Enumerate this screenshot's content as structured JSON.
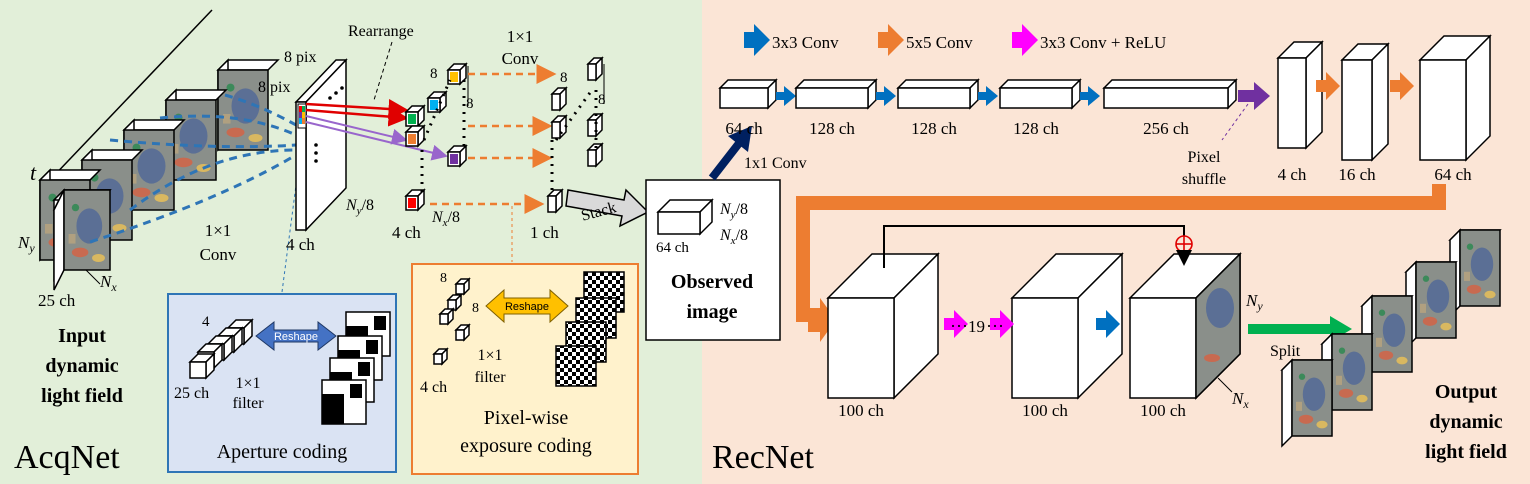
{
  "colors": {
    "acq_bg": "#e2efd9",
    "rec_bg": "#fbe5d6",
    "aperture_bg": "#dae3f3",
    "aperture_border": "#2e75b6",
    "exposure_bg": "#fff2cc",
    "exposure_border": "#ed7d31",
    "blue_arrow": "#0070c0",
    "orange_arrow": "#ed7d31",
    "magenta_arrow": "#ff00ff",
    "purple_arrow": "#7030a0",
    "green_arrow": "#00b050",
    "navy_arrow": "#002060",
    "red_arrow": "#e00000",
    "reshape_blue": "#4472c4",
    "reshape_yellow": "#ffc000"
  },
  "acqnet": {
    "panel_label": "AcqNet",
    "t_label": "t",
    "ny": "N",
    "ny_sub": "y",
    "nx": "N",
    "nx_sub": "x",
    "ch25": "25 ch",
    "input_title": [
      "Input",
      "dynamic",
      "light field"
    ],
    "conv_line1": "1×1",
    "conv_line2": "Conv",
    "pix8_a": "8 pix",
    "pix8_b": "8 pix",
    "ch4": "4 ch",
    "rearrange": "Rearrange",
    "conv2_line1": "1×1",
    "conv2_line2": "Conv",
    "eight": "8",
    "ny8": "N",
    "ny8_sub": "y",
    "ny8_tail": "/8",
    "nx8": "N",
    "nx8_sub": "x",
    "nx8_tail": "/8",
    "ch4b": "4 ch",
    "ch1": "1 ch",
    "stack": "Stack",
    "observed_ch": "64 ch",
    "observed_ny": "N",
    "observed_ny_sub": "y",
    "observed_ny_tail": "/8",
    "observed_nx": "N",
    "observed_nx_sub": "x",
    "observed_nx_tail": "/8",
    "observed_title": [
      "Observed",
      "image"
    ],
    "conv1x1": "1x1 Conv"
  },
  "aperture": {
    "title": "Aperture coding",
    "four": "4",
    "ch25": "25 ch",
    "filter1": "1×1",
    "filter2": "filter",
    "reshape": "Reshape"
  },
  "exposure": {
    "title_line1": "Pixel-wise",
    "title_line2": "exposure coding",
    "eight_a": "8",
    "eight_b": "8",
    "ch4": "4 ch",
    "filter1": "1×1",
    "filter2": "filter",
    "reshape": "Reshape"
  },
  "recnet": {
    "panel_label": "RecNet",
    "legend": [
      "3x3 Conv",
      "5x5 Conv",
      "3x3 Conv + ReLU"
    ],
    "enc_channels": [
      "64 ch",
      "128 ch",
      "128 ch",
      "128 ch",
      "256 ch"
    ],
    "pixel_shuffle": [
      "Pixel",
      "shuffle"
    ],
    "up_channels": [
      "4 ch",
      "16 ch",
      "64 ch"
    ],
    "res_channels": [
      "100 ch",
      "100 ch",
      "100 ch"
    ],
    "repeat": "19",
    "ny": "N",
    "ny_sub": "y",
    "nx": "N",
    "nx_sub": "x",
    "split": "Split",
    "output_title": [
      "Output",
      "dynamic",
      "light field"
    ]
  }
}
